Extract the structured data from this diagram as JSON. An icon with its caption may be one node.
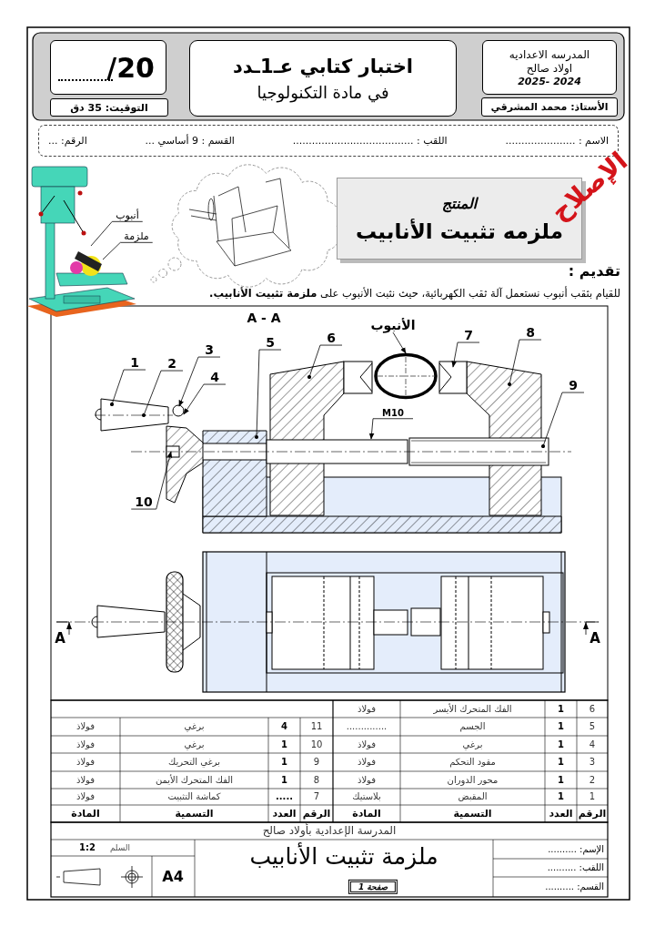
{
  "diagram": {
    "nodes": [
      {
        "text": [
          "/20"
        ]
      },
      {
        "text": [
          "التوقيت: 35 دق"
        ]
      },
      {
        "text": [
          "اختبار كتابي عـ1ـدد",
          "في مادة التكنولوجيا"
        ]
      },
      {
        "text": [
          "المدرسه الاعداديه",
          "اولاد صالح",
          "2025- 2024"
        ]
      },
      {
        "text": [
          "الأستاذ: محمد المشرقي"
        ]
      },
      {
        "text": [
          "الاسم : ......................",
          "اللقب : ......................................",
          "القسم : 9 أساسي ...",
          "الرقم: ..."
        ]
      },
      {
        "text": [
          "المنتج",
          "ملزمه تثبيت الأنابيب"
        ]
      },
      {
        "text": [
          "أنبوب"
        ]
      },
      {
        "text": [
          "ملزمة"
        ]
      },
      {
        "text": [
          "1"
        ]
      },
      {
        "text": [
          "2"
        ]
      },
      {
        "text": [
          "3"
        ]
      },
      {
        "text": [
          "4"
        ]
      },
      {
        "text": [
          "5"
        ]
      },
      {
        "text": [
          "6"
        ]
      },
      {
        "text": [
          "الأنبوب"
        ]
      },
      {
        "text": [
          "7"
        ]
      },
      {
        "text": [
          "8"
        ]
      },
      {
        "text": [
          "9"
        ]
      },
      {
        "text": [
          "M10"
        ]
      },
      {
        "text": [
          "10"
        ]
      },
      {
        "text": [],
        "shape": "circle"
      }
    ],
    "edges": [
      {
        "from": 7,
        "to": null,
        "arrow": "none"
      },
      {
        "from": 8,
        "to": null,
        "arrow": "none"
      },
      {
        "from": 9,
        "to": null,
        "arrow": "other"
      },
      {
        "from": 10,
        "to": null,
        "arrow": "other"
      },
      {
        "from": 11,
        "to": null,
        "arrow": "to"
      },
      {
        "from": 12,
        "to": null,
        "arrow": "to"
      },
      {
        "from": 13,
        "to": null,
        "arrow": "other"
      },
      {
        "from": 14,
        "to": null,
        "arrow": "other"
      },
      {
        "from": 15,
        "to": 21,
        "arrow": "to"
      },
      {
        "from": 16,
        "to": null,
        "arrow": "to"
      },
      {
        "from": 17,
        "to": null,
        "arrow": "other"
      },
      {
        "from": 18,
        "to": null,
        "arrow": "other"
      },
      {
        "from": 19,
        "to": null,
        "arrow": "to"
      },
      {
        "from": 20,
        "to": null,
        "arrow": "to"
      }
    ],
    "labels": [
      "الإصلاح",
      "تقديم :",
      "للقيام بثقب أنبوب نستعمل آلة ثقب الكهربائية، حيث نثبت الأنبوب على **ملزمة تثبيت الأنابيب.**",
      "A - A",
      "A",
      "A",
      "6",
      "1",
      "الفك المتحرك الأيسر",
      "فولاذ",
      "5",
      "1",
      "الجسم",
      "..............",
      "11",
      "4",
      "برغي",
      "فولاذ",
      "4",
      "1",
      "برغي",
      "فولاذ",
      "10",
      "1",
      "برغي",
      "فولاذ",
      "3",
      "1",
      "مقود التحكم",
      "فولاذ",
      "9",
      "1",
      "برغي التحريك",
      "فولاذ",
      "2",
      "1",
      "محور الدوران",
      "فولاذ",
      "8",
      "1",
      "الفك المتحرك الأيمن",
      "فولاذ",
      "1",
      "1",
      "المقبض",
      "بلاستيك",
      "7",
      ".....",
      "كماشة التثبيت",
      "فولاذ",
      "الرقم",
      "العدد",
      "التسمية",
      "المادة",
      "الرقم",
      "العدد",
      "التسمية",
      "المادة",
      "المدرسة الإعدادية بأولاد صالح",
      "الإسم: ..........",
      "اللقب: ..........",
      "القسم: ..........",
      "ملزمة تثبيت الأنابيب",
      "صفحة 1",
      "السلم",
      "1:2",
      "A4"
    ]
  }
}
